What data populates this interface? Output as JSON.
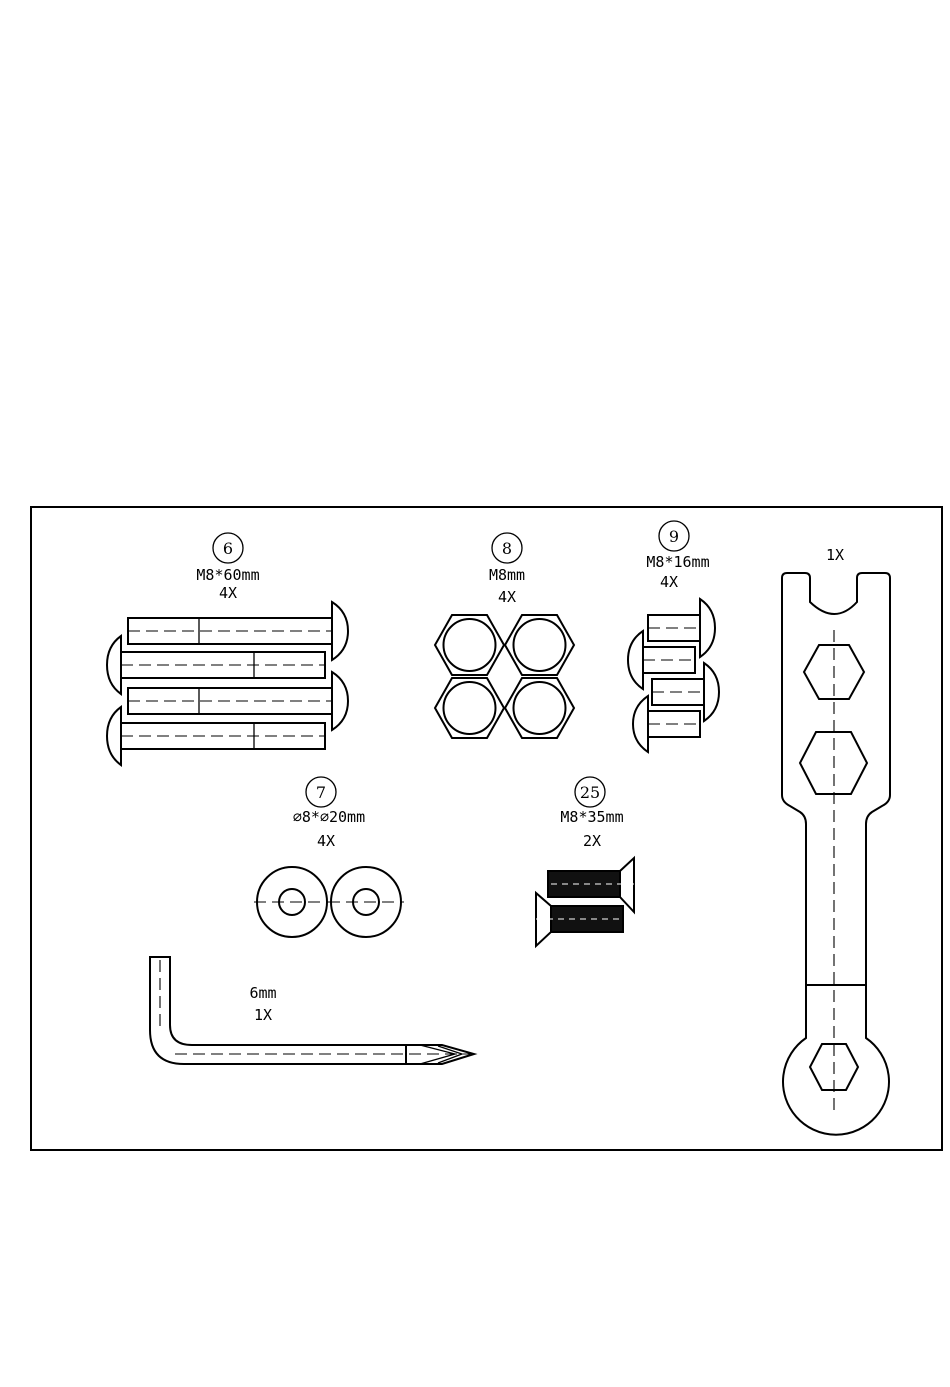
{
  "parts": [
    {
      "id": "part-6",
      "number": "6",
      "size": "M8*60mm",
      "qty": "4X"
    },
    {
      "id": "part-8",
      "number": "8",
      "size": "M8mm",
      "qty": "4X"
    },
    {
      "id": "part-9",
      "number": "9",
      "size": "M8*16mm",
      "qty": "4X"
    },
    {
      "id": "part-7",
      "number": "7",
      "size": "⌀8*⌀20mm",
      "qty": "4X"
    },
    {
      "id": "part-25",
      "number": "25",
      "size": "M8*35mm",
      "qty": "2X"
    }
  ],
  "allen_key": {
    "size": "6mm",
    "qty": "1X"
  },
  "spanner": {
    "qty": "1X"
  }
}
